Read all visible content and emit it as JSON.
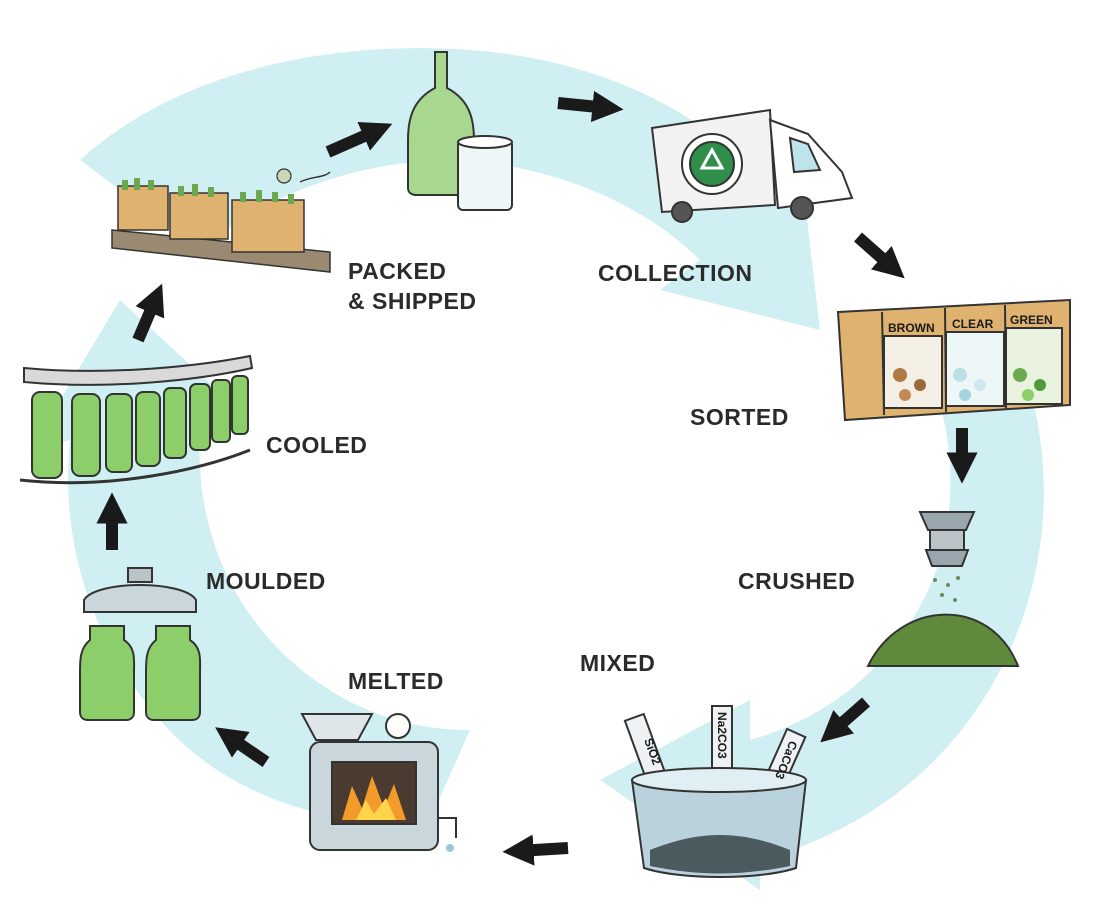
{
  "colors": {
    "background": "#ffffff",
    "recycle_swoosh": "#cfeff3",
    "arrow": "#1a1a1a",
    "label_text": "#2b2b2b",
    "glass_green": "#8ccf6a",
    "glass_dark_green": "#4f9a3a",
    "crate_wood": "#e0b270",
    "truck_white": "#f2f2f2",
    "furnace_fire": "#f29b2b"
  },
  "stages": [
    {
      "id": "packed",
      "label_line1": "PACKED",
      "label_line2": "& SHIPPED",
      "icon": "packed-crates-icon"
    },
    {
      "id": "collection",
      "label": "COLLECTION",
      "icon": "recycling-truck-icon"
    },
    {
      "id": "sorted",
      "label": "SORTED",
      "icon": "sorting-bins-icon",
      "bins": [
        "BROWN",
        "CLEAR",
        "GREEN"
      ]
    },
    {
      "id": "crushed",
      "label": "CRUSHED",
      "icon": "crusher-icon"
    },
    {
      "id": "mixed",
      "label": "MIXED",
      "icon": "mixing-pot-icon",
      "ingredients": [
        "SiO2",
        "Na2CO3",
        "CaCO3"
      ]
    },
    {
      "id": "melted",
      "label": "MELTED",
      "icon": "furnace-icon"
    },
    {
      "id": "moulded",
      "label": "MOULDED",
      "icon": "mould-icon"
    },
    {
      "id": "cooled",
      "label": "COOLED",
      "icon": "cooling-conveyor-icon"
    }
  ],
  "arrows": [
    {
      "from": "packed",
      "to": "bottle-and-jar"
    },
    {
      "from": "bottle-and-jar",
      "to": "collection"
    },
    {
      "from": "collection",
      "to": "sorted"
    },
    {
      "from": "sorted",
      "to": "crushed"
    },
    {
      "from": "crushed",
      "to": "mixed"
    },
    {
      "from": "mixed",
      "to": "melted"
    },
    {
      "from": "melted",
      "to": "moulded"
    },
    {
      "from": "moulded",
      "to": "cooled"
    },
    {
      "from": "cooled",
      "to": "packed"
    }
  ]
}
